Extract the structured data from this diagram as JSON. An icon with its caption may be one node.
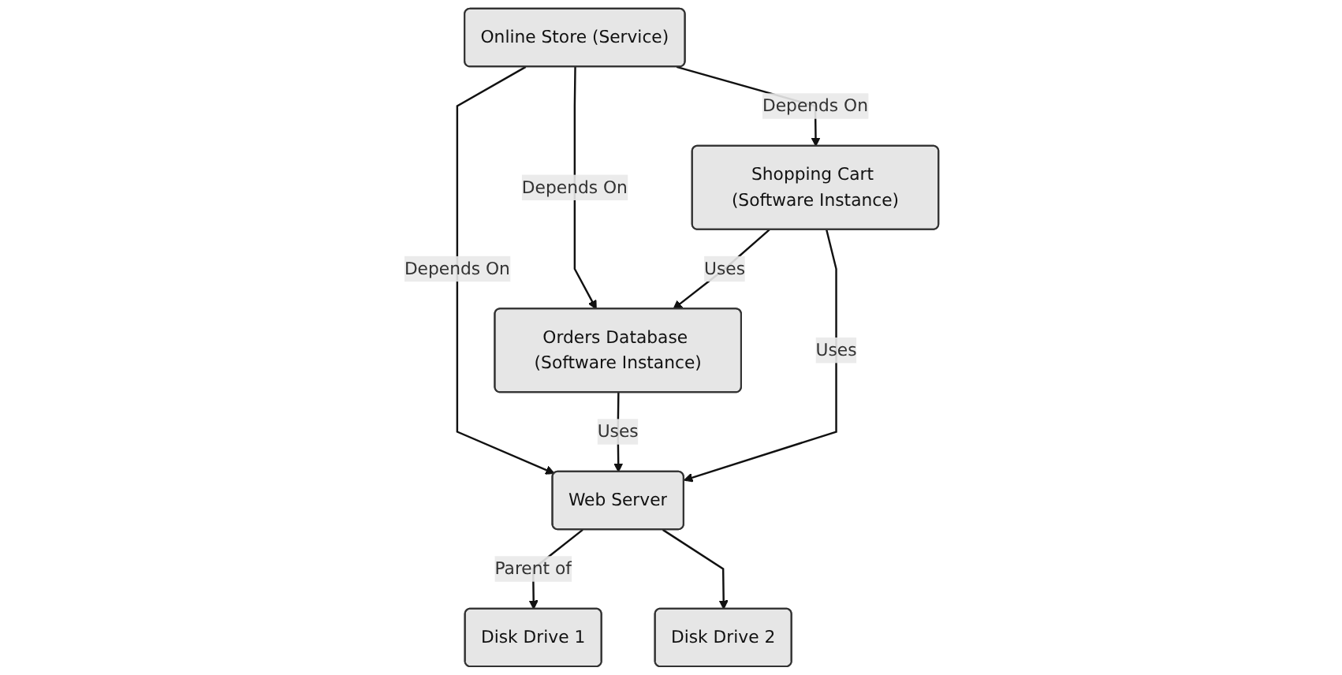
{
  "diagram": {
    "nodes": [
      {
        "text": [
          "Online Store (Service)"
        ]
      },
      {
        "text": [
          "Orders Database (Software Instance)"
        ]
      },
      {
        "text": [
          "Web Server"
        ]
      },
      {
        "text": [
          "Shopping Cart (Software Instance)"
        ]
      },
      {
        "text": [
          "Disk Drive 1"
        ]
      },
      {
        "text": [
          "Disk Drive 2"
        ]
      }
    ],
    "edges": [
      {
        "from": 0,
        "to": 3,
        "arrow": "to",
        "label": "Depends On"
      },
      {
        "from": 0,
        "to": 2,
        "arrow": "to",
        "label": "Depends On"
      },
      {
        "from": 0,
        "to": 1,
        "arrow": "to",
        "label": "Depends On"
      },
      {
        "from": 1,
        "to": 2,
        "arrow": "to",
        "label": "Uses"
      },
      {
        "from": 3,
        "to": 1,
        "arrow": "to",
        "label": "Uses"
      },
      {
        "from": 3,
        "to": 2,
        "arrow": "to",
        "label": "Uses"
      },
      {
        "from": 2,
        "to": 4,
        "arrow": "to",
        "label": "Parent of"
      },
      {
        "from": 2,
        "to": 5,
        "arrow": "to"
      }
    ]
  }
}
